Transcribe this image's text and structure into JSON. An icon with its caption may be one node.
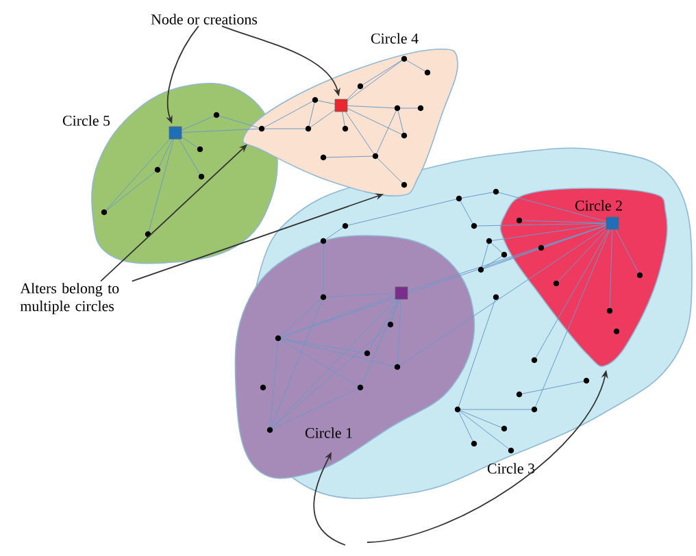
{
  "diagram": {
    "nodes": [
      {
        "text": [
          "Circle 5"
        ]
      },
      {
        "text": [],
        "shape": "box",
        "in": 0
      },
      {
        "text": [
          "Circle 4"
        ]
      },
      {
        "text": [],
        "shape": "box",
        "in": 2
      },
      {
        "text": [
          "Circle 3"
        ]
      },
      {
        "text": [
          "Circle 1"
        ],
        "in": 4
      },
      {
        "text": [],
        "shape": "box",
        "in": 5
      },
      {
        "text": [
          "Circle 2"
        ],
        "in": 4
      },
      {
        "text": [],
        "shape": "box",
        "in": 7
      },
      {
        "text": [
          "Node or creations"
        ]
      },
      {
        "text": [
          "Alters belong to multiple circles"
        ]
      }
    ],
    "edges": [
      {
        "from": 9,
        "to": 1,
        "arrow": "to"
      },
      {
        "from": 9,
        "to": 3,
        "arrow": "to"
      },
      {
        "from": 10,
        "to": 2,
        "arrow": "to"
      },
      {
        "from": 10,
        "to": 2,
        "arrow": "to"
      },
      {
        "from": null,
        "to": 5,
        "arrow": "to"
      },
      {
        "from": null,
        "to": 7,
        "arrow": "to"
      }
    ]
  }
}
